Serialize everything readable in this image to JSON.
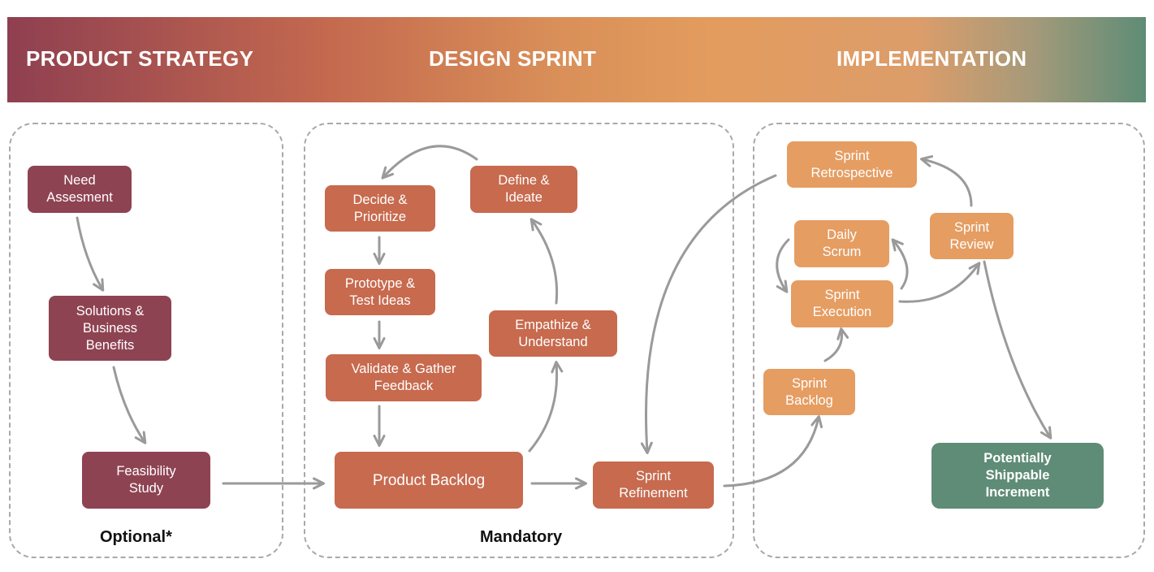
{
  "header": {
    "phase_1": "PRODUCT STRATEGY",
    "phase_2": "DESIGN SPRINT",
    "phase_3": "IMPLEMENTATION"
  },
  "phases": {
    "strategy_label": "Optional*",
    "design_label": "Mandatory"
  },
  "nodes": {
    "need_assessment": "Need\nAssesment",
    "solutions_benefits": "Solutions &\nBusiness\nBenefits",
    "feasibility_study": "Feasibility\nStudy",
    "decide_prioritize": "Decide &\nPrioritize",
    "define_ideate": "Define &\nIdeate",
    "prototype_test": "Prototype &\nTest Ideas",
    "empathize_understand": "Empathize &\nUnderstand",
    "validate_feedback": "Validate & Gather\nFeedback",
    "product_backlog": "Product Backlog",
    "sprint_refinement": "Sprint\nRefinement",
    "sprint_retrospective": "Sprint\nRetrospective",
    "daily_scrum": "Daily\nScrum",
    "sprint_review": "Sprint\nReview",
    "sprint_execution": "Sprint\nExecution",
    "sprint_backlog": "Sprint\nBacklog",
    "shippable_increment": "Potentially\nShippable\nIncrement"
  },
  "colors": {
    "strategy": "#8e4352",
    "design": "#c76a4e",
    "implementation": "#e59d62",
    "increment": "#5f8c77",
    "arrow": "#9a9a9a",
    "dashed_border": "#a9a9a9"
  }
}
